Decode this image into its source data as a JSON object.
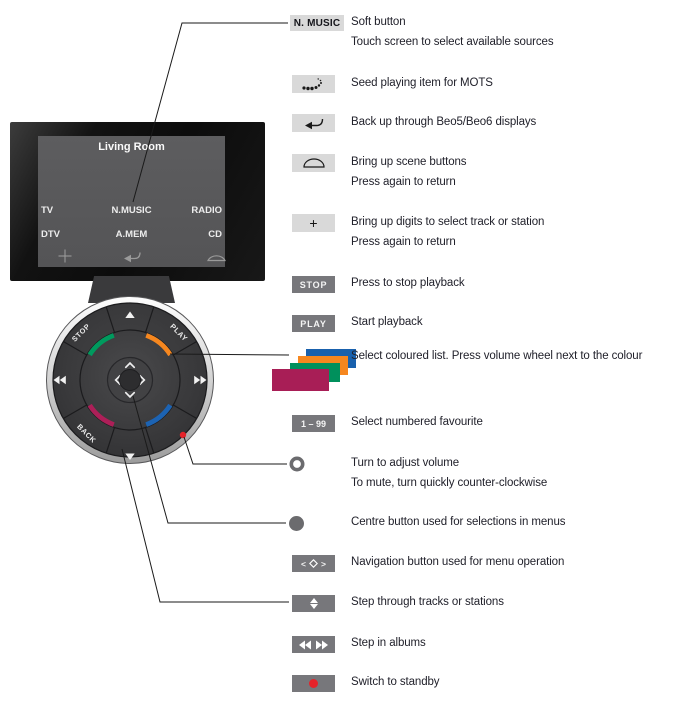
{
  "device": {
    "screen": {
      "title": "Living Room",
      "row1": [
        "TV",
        "N.MUSIC",
        "RADIO"
      ],
      "row2": [
        "DTV",
        "A.MEM",
        "CD"
      ]
    },
    "wheel": {
      "stop_label": "STOP",
      "play_label": "PLAY",
      "back_label": "BACK"
    }
  },
  "legend": {
    "rows": [
      {
        "button": "N. MUSIC",
        "lines": [
          "Soft button",
          "Touch screen to select available sources"
        ]
      },
      {
        "icon": "mots-seed-icon",
        "lines": [
          "Seed playing item for MOTS"
        ]
      },
      {
        "icon": "back-arrow-icon",
        "lines": [
          "Back up through Beo5/Beo6 displays"
        ]
      },
      {
        "icon": "scene-icon",
        "lines": [
          "Bring up scene buttons",
          "Press again to return"
        ]
      },
      {
        "icon": "digits-icon",
        "lines": [
          "Bring up digits to select track or station",
          "Press again to return"
        ]
      },
      {
        "button": "STOP",
        "lines": [
          "Press to stop playback"
        ]
      },
      {
        "button": "PLAY",
        "lines": [
          "Start playback"
        ]
      },
      {
        "icon": "coloured-lists-icon",
        "lines": [
          "Select coloured list. Press volume wheel next to the colour"
        ]
      },
      {
        "button": "1 – 99",
        "lines": [
          "Select numbered favourite"
        ]
      },
      {
        "icon": "volume-wheel-icon",
        "lines": [
          "Turn to adjust volume",
          "To mute, turn quickly counter-clockwise"
        ]
      },
      {
        "icon": "centre-button-icon",
        "lines": [
          "Centre button used for selections in menus"
        ]
      },
      {
        "icon": "navigation-button-icon",
        "lines": [
          "Navigation button used for menu operation"
        ]
      },
      {
        "icon": "step-icon",
        "lines": [
          "Step through tracks or stations"
        ]
      },
      {
        "icon": "albums-step-icon",
        "lines": [
          "Step in albums"
        ]
      },
      {
        "icon": "standby-icon",
        "lines": [
          "Switch to standby"
        ]
      }
    ]
  },
  "colors": {
    "list_blue": "#1961ad",
    "list_orange": "#f6871f",
    "list_green": "#00905c",
    "list_magenta": "#a81e56",
    "arc_green": "#009a5e",
    "arc_orange": "#f6871f",
    "arc_magenta": "#ad1f58",
    "arc_blue": "#1c63b3",
    "standby_red": "#e5232a"
  }
}
